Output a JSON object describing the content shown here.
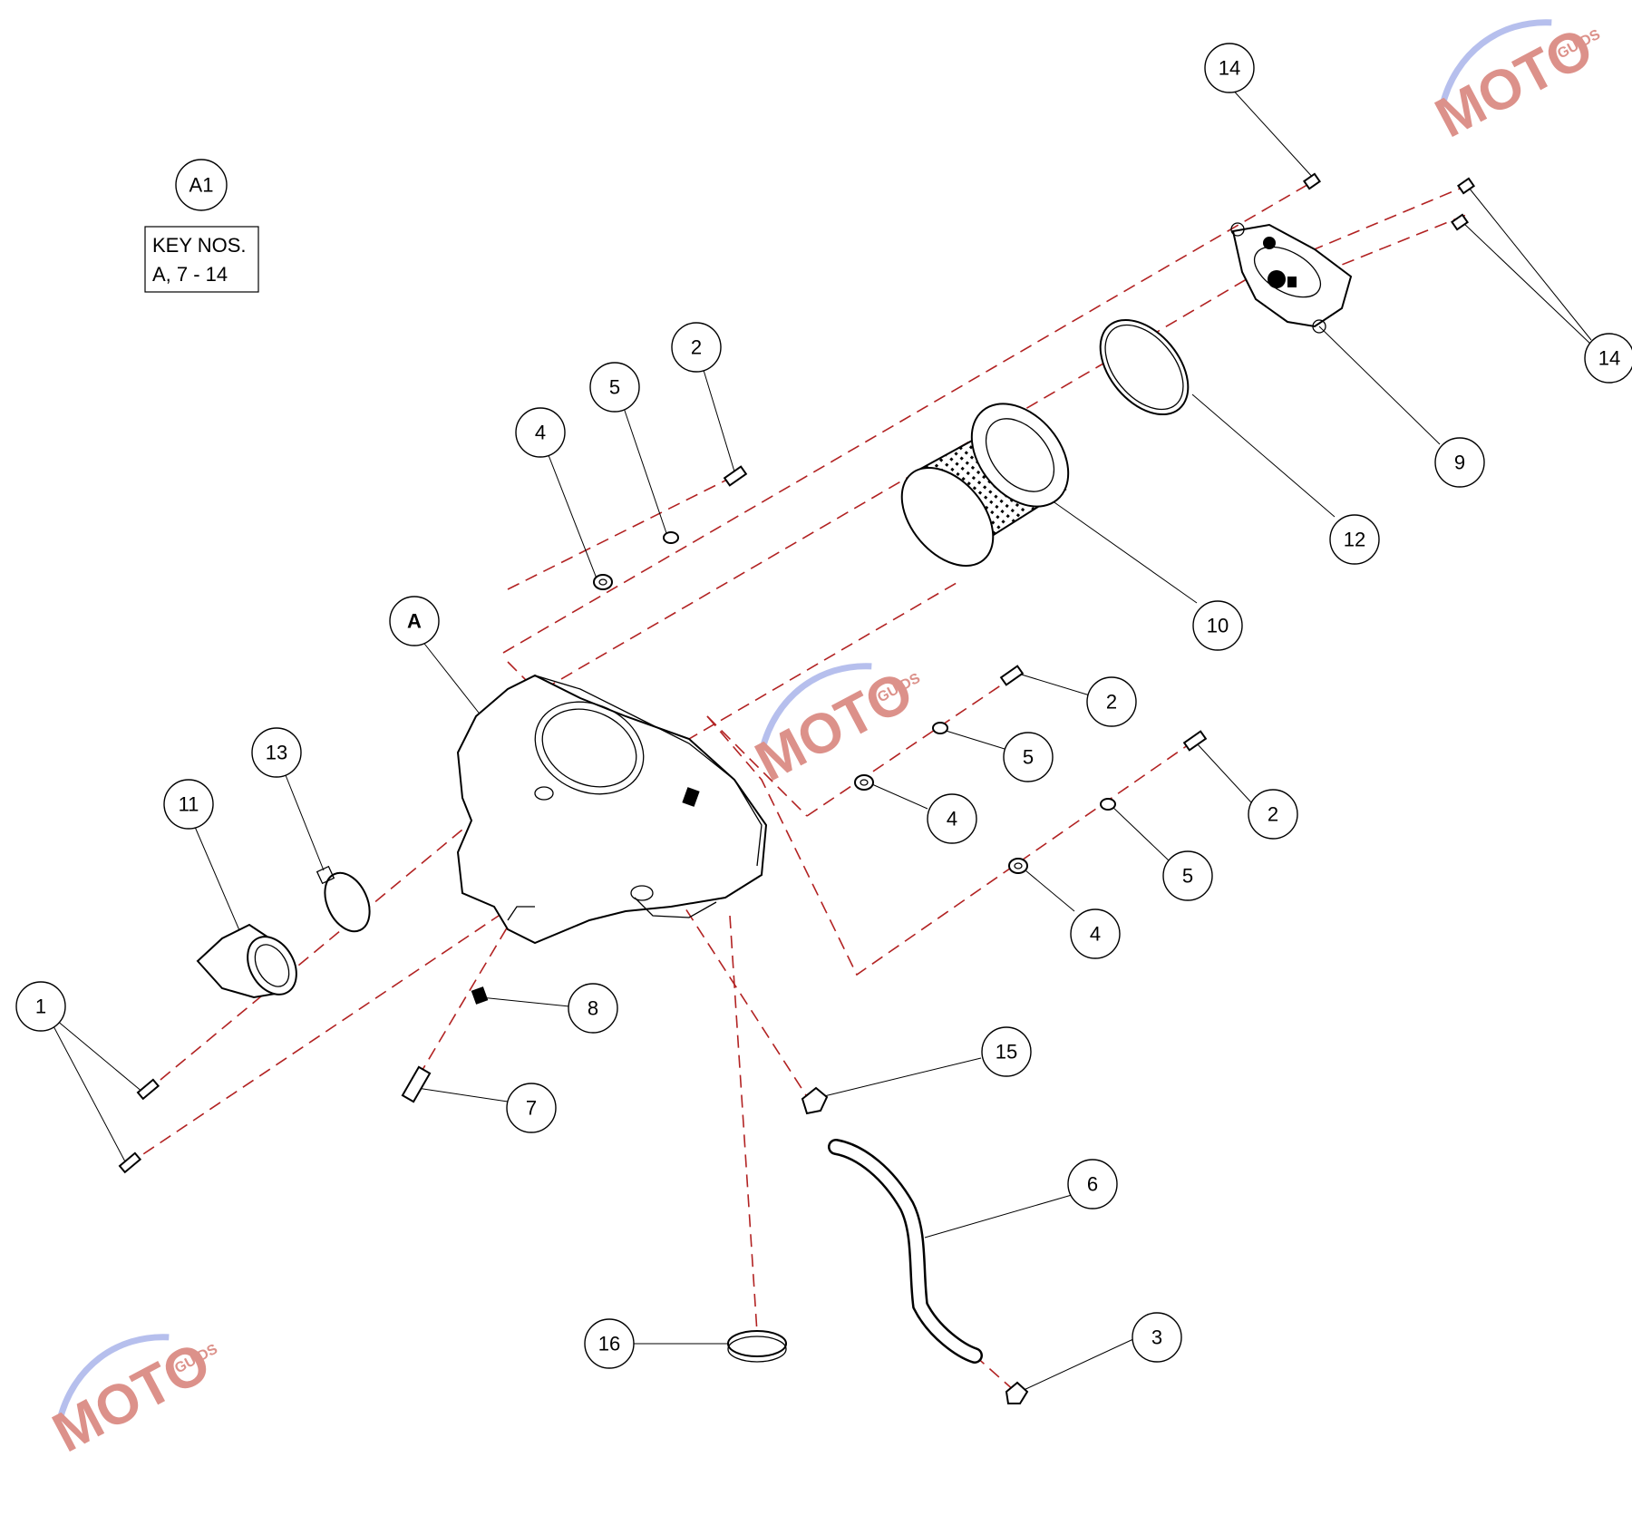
{
  "key_box": {
    "line1": "KEY NOS.",
    "line2": "A, 7 - 14"
  },
  "assembly_callout": "A1",
  "callouts": [
    {
      "id": "14a",
      "label": "14"
    },
    {
      "id": "14b",
      "label": "14"
    },
    {
      "id": "9",
      "label": "9"
    },
    {
      "id": "12",
      "label": "12"
    },
    {
      "id": "10",
      "label": "10"
    },
    {
      "id": "2a",
      "label": "2"
    },
    {
      "id": "5a",
      "label": "5"
    },
    {
      "id": "4a",
      "label": "4"
    },
    {
      "id": "A",
      "label": "A"
    },
    {
      "id": "13",
      "label": "13"
    },
    {
      "id": "11",
      "label": "11"
    },
    {
      "id": "1",
      "label": "1"
    },
    {
      "id": "2b",
      "label": "2"
    },
    {
      "id": "5b",
      "label": "5"
    },
    {
      "id": "4b",
      "label": "4"
    },
    {
      "id": "2c",
      "label": "2"
    },
    {
      "id": "5c",
      "label": "5"
    },
    {
      "id": "4c",
      "label": "4"
    },
    {
      "id": "8",
      "label": "8"
    },
    {
      "id": "7",
      "label": "7"
    },
    {
      "id": "15",
      "label": "15"
    },
    {
      "id": "6",
      "label": "6"
    },
    {
      "id": "16",
      "label": "16"
    },
    {
      "id": "3",
      "label": "3"
    }
  ],
  "watermark": {
    "text": "MOTO",
    "subtext": "GUIDS"
  },
  "colors": {
    "line": "#000000",
    "dash": "#b22222",
    "watermark": "#c0392b",
    "watermark_swoosh": "#7b8ce0"
  },
  "icons": [
    "bolt-icon",
    "washer-icon",
    "grommet-icon",
    "clamp-icon"
  ]
}
